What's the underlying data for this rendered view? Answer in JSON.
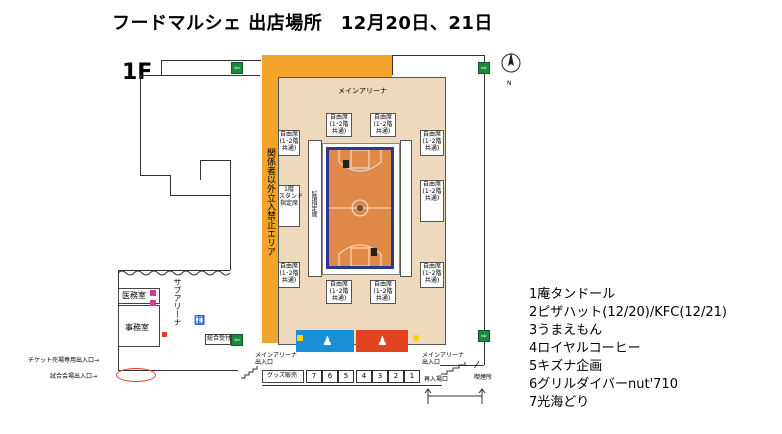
{
  "header": {
    "title": "フードマルシェ 出店場所　12月20日、21日",
    "floor": "1F"
  },
  "map": {
    "arena_label": "メインアリーナ",
    "restricted_label": "関係者以外立入禁止エリア",
    "sub_arena_label": "サブアリーナ",
    "office_label": "事務室",
    "medical_label": "医務室",
    "seat_label": "自由席\n(1･2階\n共通)",
    "stand_label": "1階\nスタンド\n指定席",
    "court_side_label": "1階指定席",
    "goods_label": "グッズ販売",
    "main_arena_entrance": "メインアリーナ\n出入口",
    "reentry_label": "再入場口",
    "smoking_label": "喫煙所",
    "ticket_entrance": "チケット売場専用出入口→",
    "venue_entrance": "試合会場出入口→",
    "general_reception": "総合受付",
    "north_label": "N",
    "stall_numbers": [
      "7",
      "6",
      "5",
      "4",
      "3",
      "2",
      "1"
    ],
    "colors": {
      "orange": "#f3a42b",
      "arena_floor": "#eed9bc",
      "court": "#e08a4a",
      "court_border": "#2b3a8f",
      "blue": "#1b8fd6",
      "red": "#e2431f",
      "exit": "#1d8a3a"
    }
  },
  "legend": [
    "1庵タンドール",
    "2ピザハット(12/20)/KFC(12/21)",
    "3うまえもん",
    "4ロイヤルコーヒー",
    "5キズナ企画",
    "6グリルダイバーnut'710",
    "7光海どり"
  ]
}
